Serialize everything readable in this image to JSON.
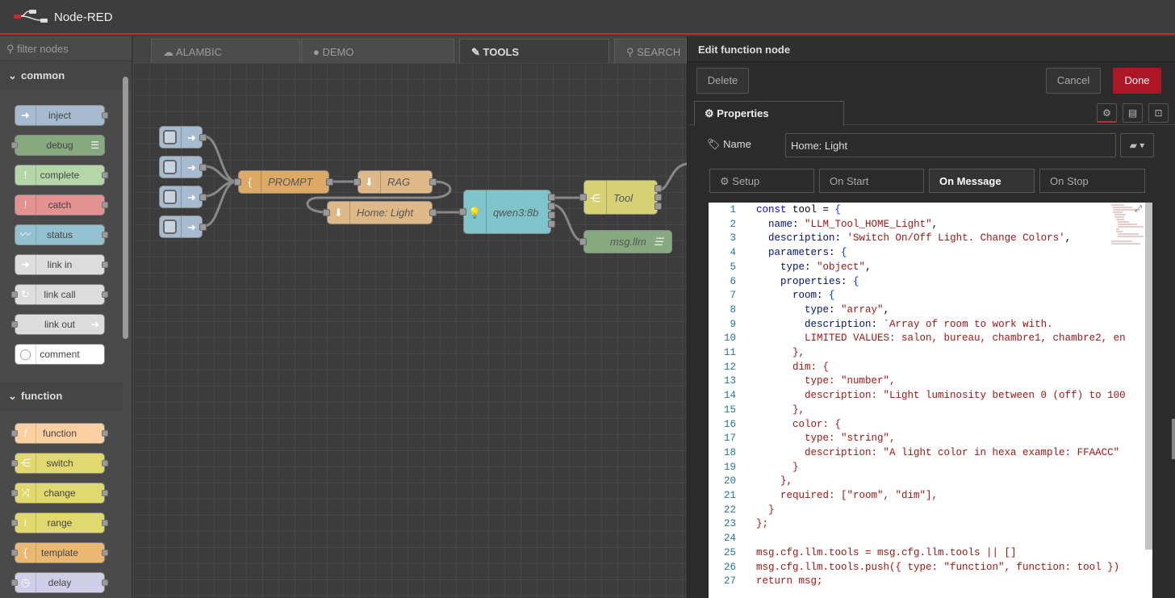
{
  "app": {
    "title": "Node-RED"
  },
  "palette": {
    "filter_placeholder": "filter nodes",
    "categories": [
      {
        "label": "common",
        "nodes": [
          "inject",
          "debug",
          "complete",
          "catch",
          "status",
          "link in",
          "link call",
          "link out",
          "comment"
        ]
      },
      {
        "label": "function",
        "nodes": [
          "function",
          "switch",
          "change",
          "range",
          "template",
          "delay"
        ]
      }
    ]
  },
  "workspace": {
    "tabs": [
      {
        "label": "ALAMBIC",
        "icon": "cloud-icon"
      },
      {
        "label": "DEMO",
        "icon": "chat-icon"
      },
      {
        "label": "TOOLS",
        "icon": "pin-icon",
        "active": true
      },
      {
        "label": "SEARCH",
        "icon": "search-icon"
      }
    ],
    "nodes": {
      "prompt": "PROMPT",
      "rag": "RAG",
      "home_light": "Home: Light",
      "qwen": "qwen3:8b",
      "tool": "Tool",
      "msg_llm": "msg.llm"
    },
    "colors": {
      "prompt": "#ddaa66",
      "rag": "#deb887",
      "qwen": "#7fc4cb",
      "tool": "#d7d176",
      "debug": "#87a980",
      "inject": "#a6bbcf"
    }
  },
  "tray": {
    "title": "Edit function node",
    "delete_label": "Delete",
    "cancel_label": "Cancel",
    "done_label": "Done",
    "properties_label": "Properties",
    "name_label": "Name",
    "name_value": "Home: Light",
    "subtabs": [
      "Setup",
      "On Start",
      "On Message",
      "On Stop"
    ],
    "active_subtab": "On Message"
  },
  "code_lines": [
    "const tool = {",
    "  name: \"LLM_Tool_HOME_Light\",",
    "  description: 'Switch On/Off Light. Change Colors',",
    "  parameters: {",
    "    type: \"object\",",
    "    properties: {",
    "      room: {",
    "        type: \"array\",",
    "        description: `Array of room to work with.",
    "        LIMITED VALUES: salon, bureau, chambre1, chambre2, en",
    "      },",
    "      dim: {",
    "        type: \"number\",",
    "        description: \"Light luminosity between 0 (off) to 100",
    "      },",
    "      color: {",
    "        type: \"string\",",
    "        description: \"A light color in hexa example: FFAACC\"",
    "      }",
    "    },",
    "    required: [\"room\", \"dim\"],",
    "  }",
    "};",
    "",
    "msg.cfg.llm.tools = msg.cfg.llm.tools || []",
    "msg.cfg.llm.tools.push({ type: \"function\", function: tool })",
    "return msg;"
  ]
}
